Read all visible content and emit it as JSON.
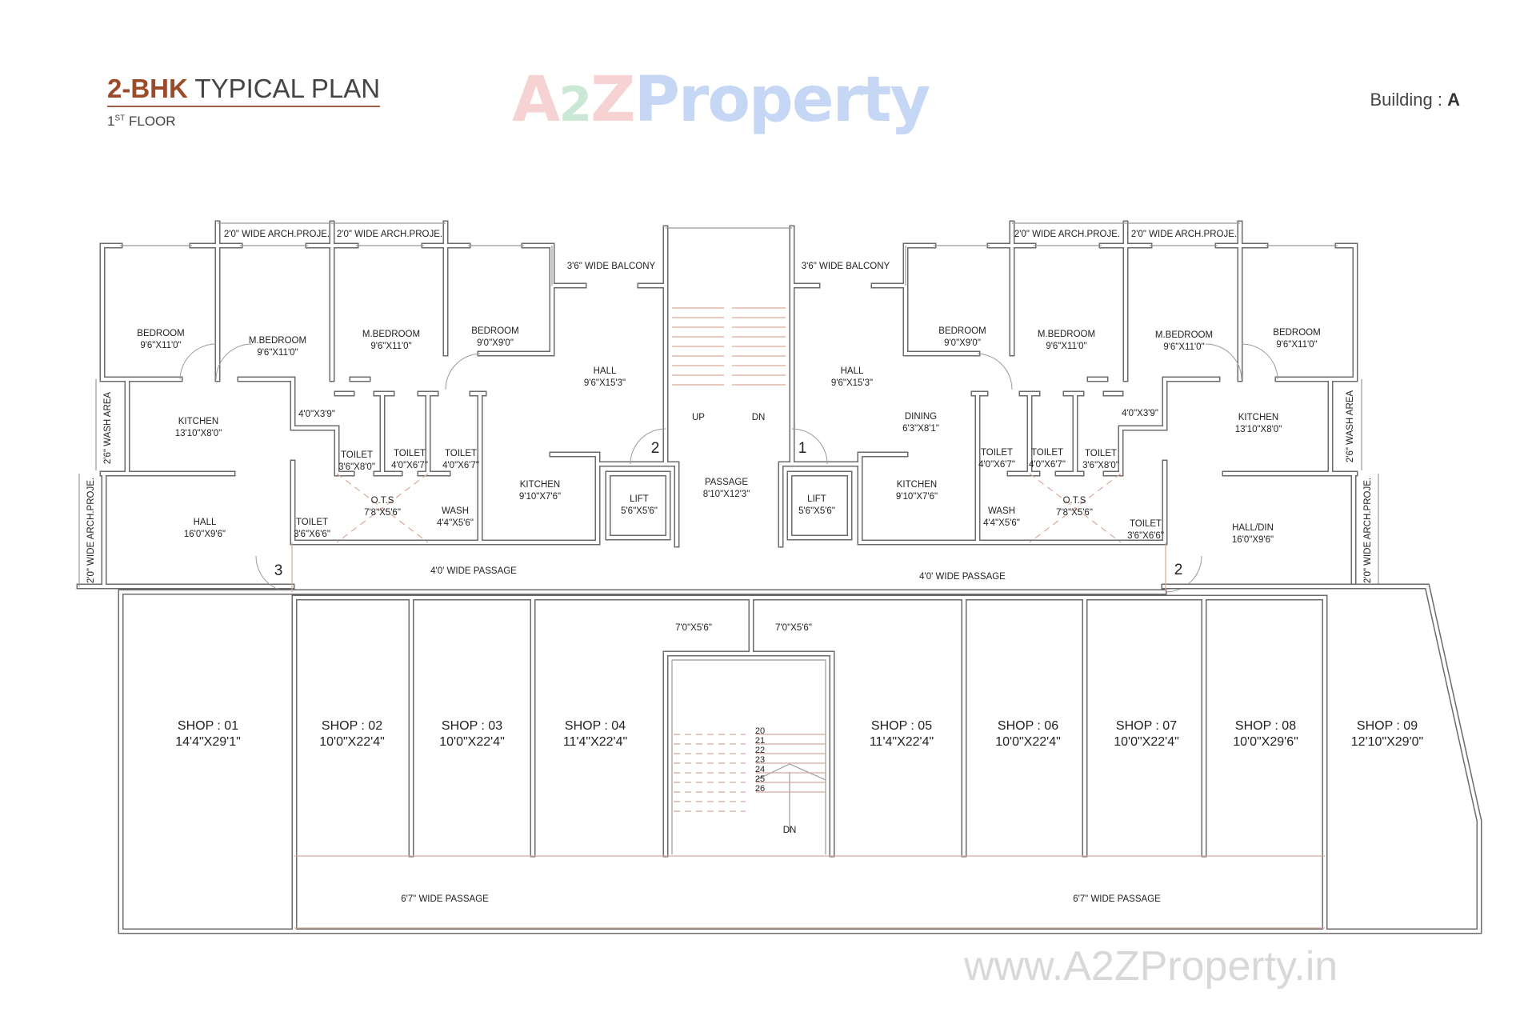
{
  "header": {
    "title_bold": "2-BHK",
    "title_rest": "TYPICAL PLAN",
    "floor_number": "1",
    "floor_suffix": "ST",
    "floor_label": "FLOOR",
    "building_label": "Building :",
    "building_value": "A"
  },
  "watermark": {
    "logo_a": "A",
    "logo_2": "2",
    "logo_z": "Z",
    "logo_property": "Property",
    "url": "www.A2ZProperty.in"
  },
  "colors": {
    "title_accent": "#9b4a2a",
    "wall": "#6b6b6b",
    "stair_lines": "#d9a99a"
  },
  "left_flat": [
    {
      "name": "BEDROOM",
      "size": "9'6\"X11'0\""
    },
    {
      "name": "M.BEDROOM",
      "size": "9'6\"X11'0\""
    },
    {
      "name": "M.BEDROOM",
      "size": "9'6\"X11'0\""
    },
    {
      "name": "BEDROOM",
      "size": "9'0\"X9'0\""
    },
    {
      "name": "3'6\" WIDE BALCONY"
    },
    {
      "name": "HALL",
      "size": "9'6\"X15'3\""
    },
    {
      "name": "2'0\" WIDE ARCH.PROJE."
    },
    {
      "name": "2'0\" WIDE ARCH.PROJE."
    },
    {
      "name": "2'6\" WASH AREA"
    },
    {
      "name": "KITCHEN",
      "size": "13'10\"X8'0\""
    },
    {
      "name": "4'0\"X3'9\""
    },
    {
      "name": "TOILET",
      "size": "3'6\"X8'0\""
    },
    {
      "name": "TOILET",
      "size": "4'0\"X6'7\""
    },
    {
      "name": "TOILET",
      "size": "4'0\"X6'7\""
    },
    {
      "name": "O.T.S",
      "size": "7'8\"X5'6\""
    },
    {
      "name": "WASH",
      "size": "4'4\"X5'6\""
    },
    {
      "name": "TOILET",
      "size": "3'6\"X6'6\""
    },
    {
      "name": "KITCHEN",
      "size": "9'10\"X7'6\""
    },
    {
      "name": "LIFT",
      "size": "5'6\"X5'6\""
    },
    {
      "name": "HALL",
      "size": "16'0\"X9'6\""
    },
    {
      "name": "2'0\" WIDE ARCH.PROJE."
    },
    {
      "name": "4'0' WIDE PASSAGE"
    }
  ],
  "right_flat": [
    {
      "name": "3'6\" WIDE BALCONY"
    },
    {
      "name": "HALL",
      "size": "9'6\"X15'3\""
    },
    {
      "name": "BEDROOM",
      "size": "9'0\"X9'0\""
    },
    {
      "name": "M.BEDROOM",
      "size": "9'6\"X11'0\""
    },
    {
      "name": "M.BEDROOM",
      "size": "9'6\"X11'0\""
    },
    {
      "name": "BEDROOM",
      "size": "9'6\"X11'0\""
    },
    {
      "name": "2'0\" WIDE ARCH.PROJE."
    },
    {
      "name": "2'0\" WIDE ARCH.PROJE."
    },
    {
      "name": "DINING",
      "size": "6'3\"X8'1\""
    },
    {
      "name": "TOILET",
      "size": "4'0\"X6'7\""
    },
    {
      "name": "TOILET",
      "size": "4'0\"X6'7\""
    },
    {
      "name": "TOILET",
      "size": "3'6\"X8'0\""
    },
    {
      "name": "4'0\"X3'9\""
    },
    {
      "name": "KITCHEN",
      "size": "13'10\"X8'0\""
    },
    {
      "name": "2'6\" WASH AREA"
    },
    {
      "name": "LIFT",
      "size": "5'6\"X5'6\""
    },
    {
      "name": "KITCHEN",
      "size": "9'10\"X7'6\""
    },
    {
      "name": "WASH",
      "size": "4'4\"X5'6\""
    },
    {
      "name": "O.T.S",
      "size": "7'8\"X5'6\""
    },
    {
      "name": "TOILET",
      "size": "3'6\"X6'6\""
    },
    {
      "name": "HALL/DIN",
      "size": "16'0\"X9'6\""
    },
    {
      "name": "2'0\" WIDE ARCH.PROJE."
    },
    {
      "name": "4'0' WIDE PASSAGE"
    }
  ],
  "core": {
    "passage": {
      "name": "PASSAGE",
      "size": "8'10\"X12'3\""
    },
    "up": "UP",
    "dn": "DN",
    "door_numbers": [
      "3",
      "2",
      "1",
      "2"
    ]
  },
  "shops": [
    {
      "name": "SHOP : 01",
      "size": "14'4\"X29'1\""
    },
    {
      "name": "SHOP : 02",
      "size": "10'0\"X22'4\""
    },
    {
      "name": "SHOP : 03",
      "size": "10'0\"X22'4\""
    },
    {
      "name": "SHOP : 04",
      "size": "11'4\"X22'4\""
    },
    {
      "name": "SHOP : 05",
      "size": "11'4\"X22'4\""
    },
    {
      "name": "SHOP : 06",
      "size": "10'0\"X22'4\""
    },
    {
      "name": "SHOP : 07",
      "size": "10'0\"X22'4\""
    },
    {
      "name": "SHOP : 08",
      "size": "10'0\"X29'6\""
    },
    {
      "name": "SHOP : 09",
      "size": "12'10\"X29'0\""
    }
  ],
  "lower": {
    "small_rooms": [
      "7'0\"X5'6\"",
      "7'0\"X5'6\""
    ],
    "stair_numbers": [
      "20",
      "21",
      "22",
      "23",
      "24",
      "25",
      "26"
    ],
    "stair_dn": "DN",
    "passages": [
      "6'7\" WIDE PASSAGE",
      "6'7\" WIDE PASSAGE"
    ]
  }
}
